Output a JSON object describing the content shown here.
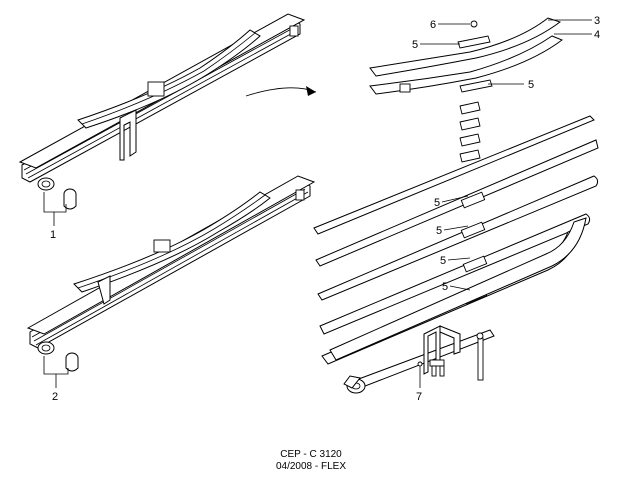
{
  "callouts": {
    "c1": "1",
    "c2": "2",
    "c3": "3",
    "c4": "4",
    "c5a": "5",
    "c5b": "5",
    "c5c": "5",
    "c5d": "5",
    "c5e": "5",
    "c5f": "5",
    "c6": "6",
    "c7": "7"
  },
  "footer": {
    "line1": "CEP - C 3120",
    "line2": "04/2008 - FLEX"
  }
}
